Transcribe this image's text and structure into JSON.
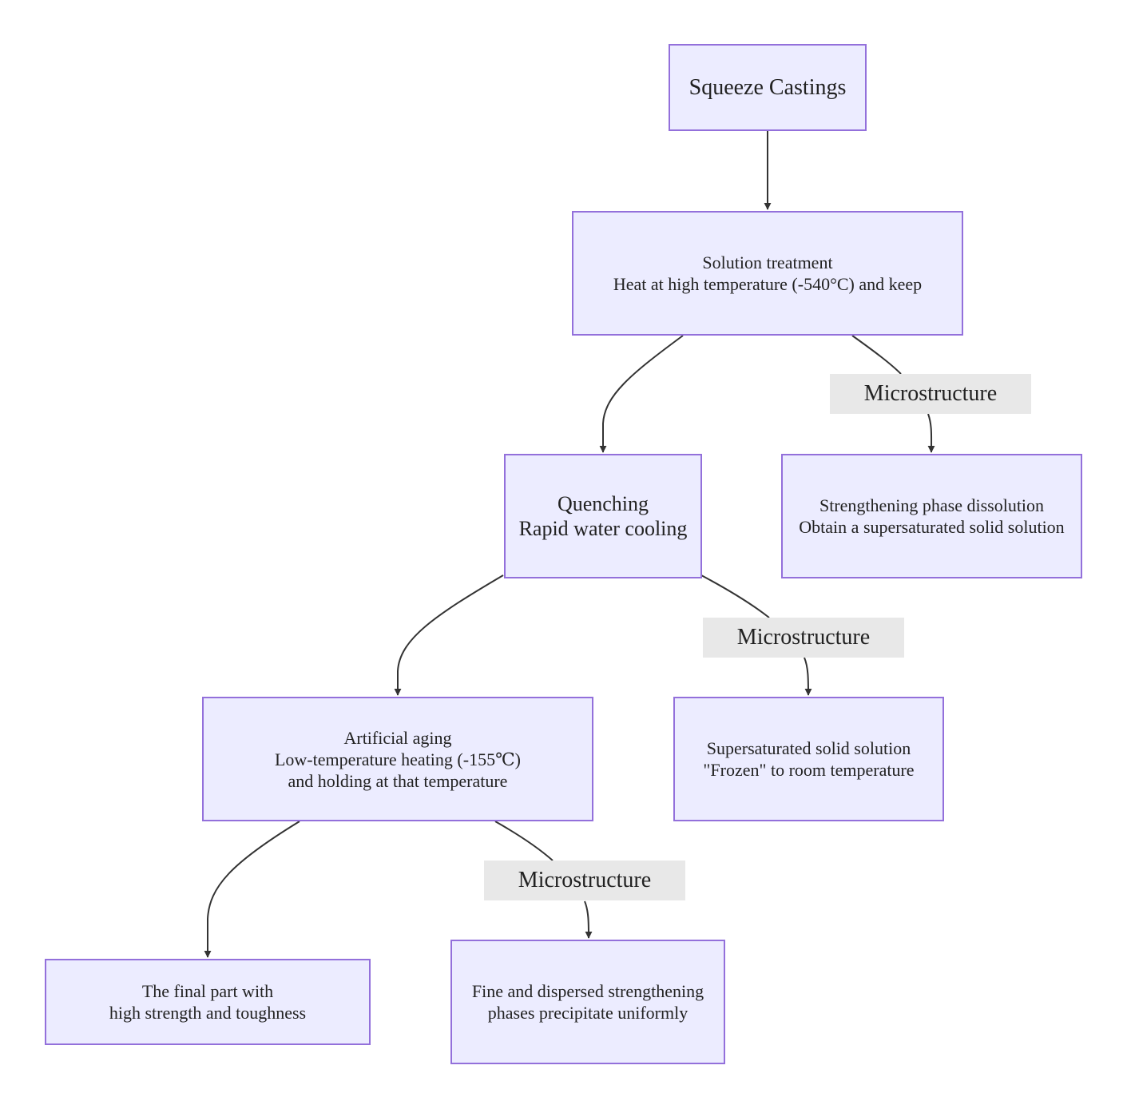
{
  "nodes": {
    "squeeze": [
      "Squeeze Castings"
    ],
    "solution": [
      "Solution treatment",
      "Heat at high temperature (-540°C) and keep"
    ],
    "quench": [
      "Quenching",
      "Rapid water cooling"
    ],
    "micro1": [
      "Strengthening phase dissolution",
      "Obtain a supersaturated solid solution"
    ],
    "aging": [
      "Artificial aging",
      "Low-temperature heating (-155℃)",
      "and holding at that temperature"
    ],
    "micro2": [
      "Supersaturated solid solution",
      "\"Frozen\" to room temperature"
    ],
    "final": [
      "The final part with",
      "high strength and toughness"
    ],
    "micro3": [
      "Fine and dispersed strengthening",
      "phases precipitate uniformly"
    ]
  },
  "edge_labels": {
    "e1": "Microstructure",
    "e2": "Microstructure",
    "e3": "Microstructure"
  }
}
